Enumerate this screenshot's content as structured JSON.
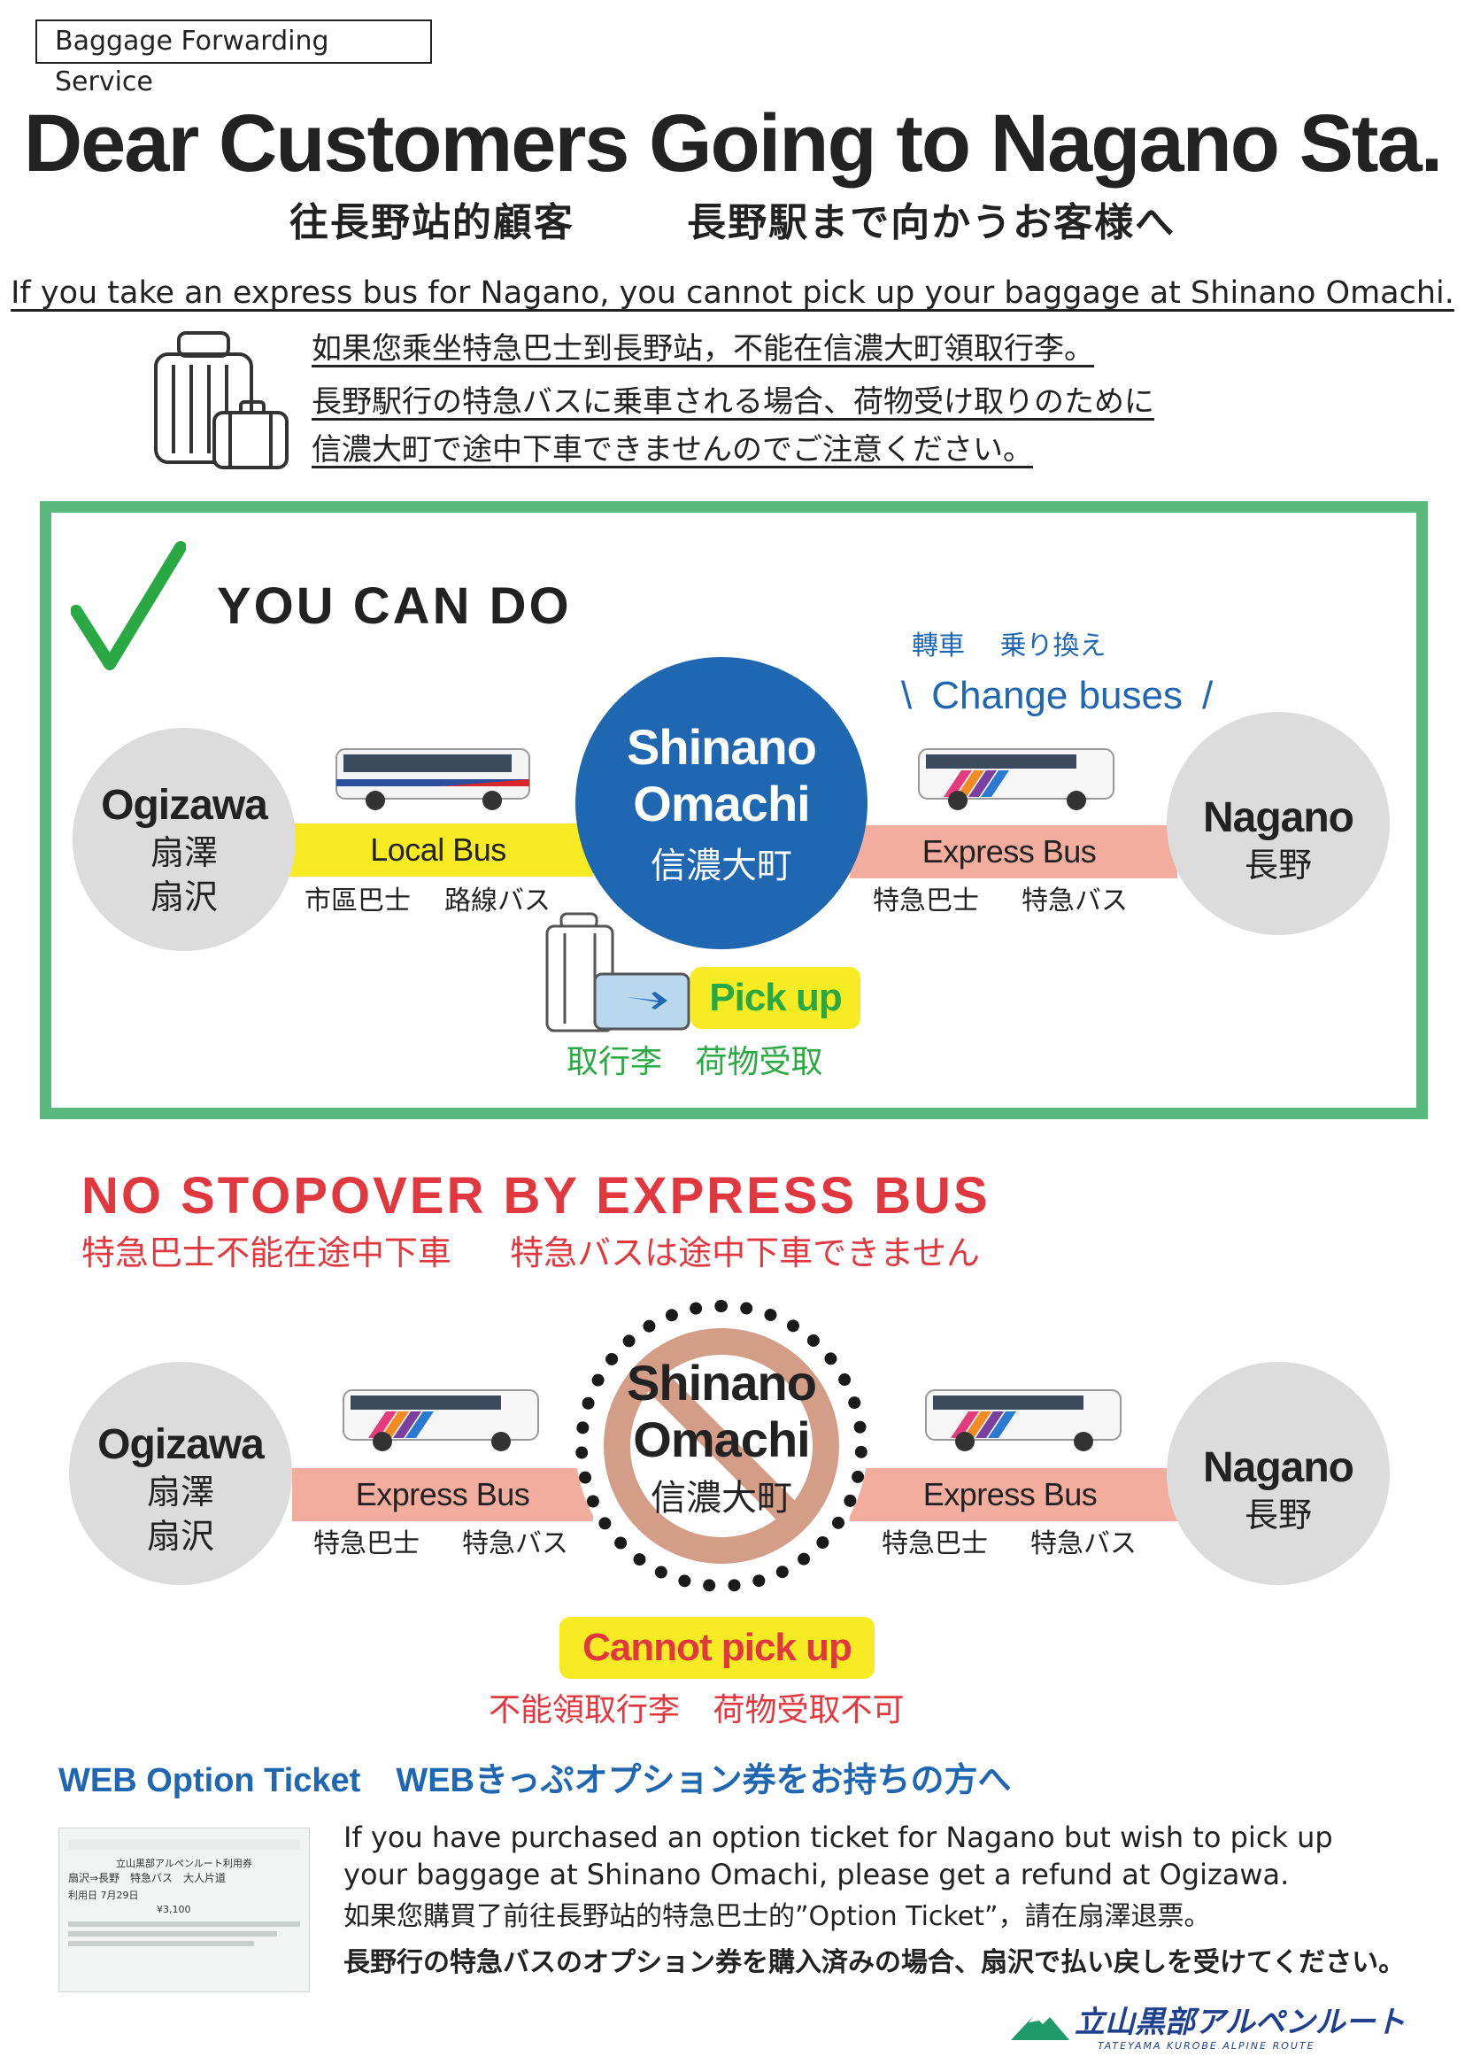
{
  "header": {
    "tag": "Baggage Forwarding Service",
    "title": "Dear Customers Going to Nagano Sta.",
    "subtitle_zh": "往長野站的顧客",
    "subtitle_ja": "長野駅まで向かうお客様へ"
  },
  "notice": {
    "en": "If you take an express bus for Nagano, you cannot pick up your baggage at Shinano Omachi.",
    "zh": "如果您乘坐特急巴士到長野站，不能在信濃大町領取行李。",
    "ja_1": "長野駅行の特急バスに乗車される場合、荷物受け取りのために",
    "ja_2": "信濃大町で途中下車できませんのでご注意ください。"
  },
  "can_do": {
    "title": "YOU CAN DO",
    "origin": {
      "en": "Ogizawa",
      "zh": "扇澤",
      "ja": "扇沢"
    },
    "stop": {
      "en_1": "Shinano",
      "en_2": "Omachi",
      "ja": "信濃大町"
    },
    "dest": {
      "en": "Nagano",
      "ja": "長野"
    },
    "leg1": {
      "label": "Local Bus",
      "zh": "市區巴士",
      "ja": "路線バス"
    },
    "leg2": {
      "label": "Express Bus",
      "zh": "特急巴士",
      "ja": "特急バス"
    },
    "change": {
      "zh": "轉車",
      "ja": "乗り換え",
      "en": "Change buses"
    },
    "pickup": {
      "label": "Pick up",
      "zh": "取行李",
      "ja": "荷物受取"
    }
  },
  "no_stop": {
    "title": "NO STOPOVER BY EXPRESS BUS",
    "sub_zh": "特急巴士不能在途中下車",
    "sub_ja": "特急バスは途中下車できません",
    "origin": {
      "en": "Ogizawa",
      "zh": "扇澤",
      "ja": "扇沢"
    },
    "stop": {
      "en_1": "Shinano",
      "en_2": "Omachi",
      "ja": "信濃大町"
    },
    "dest": {
      "en": "Nagano",
      "ja": "長野"
    },
    "leg1": {
      "label": "Express Bus",
      "zh": "特急巴士",
      "ja": "特急バス"
    },
    "leg2": {
      "label": "Express Bus",
      "zh": "特急巴士",
      "ja": "特急バス"
    },
    "cannot": {
      "label": "Cannot pick up",
      "zh": "不能領取行李",
      "ja": "荷物受取不可"
    }
  },
  "web": {
    "title_en": "WEB Option Ticket",
    "title_ja": "WEBきっぷオプション券をお持ちの方へ",
    "en_1": "If you have purchased an option ticket for Nagano but wish to pick up",
    "en_2": "your baggage at Shinano Omachi, please get a refund at Ogizawa.",
    "zh": "如果您購買了前往長野站的特急巴士的”Option Ticket”，請在扇澤退票。",
    "ja": "長野行の特急バスのオプション券を購入済みの場合、扇沢で払い戻しを受けてください。"
  },
  "ticket": {
    "heading": "立山黒部アルペンルート利用券",
    "route": "扇沢⇒長野　特急バス　大人片道",
    "date": "利用日 7月29日",
    "price": "¥3,100"
  },
  "logo": {
    "ja": "立山黒部アルペンルート",
    "en": "TATEYAMA KUROBE ALPINE ROUTE"
  },
  "colors": {
    "green": "#59b87c",
    "blue": "#1f67b1",
    "red": "#e0383e",
    "yellow": "#f7ec24",
    "salmon": "#f2ad9e",
    "gray": "#dcdcdc"
  }
}
